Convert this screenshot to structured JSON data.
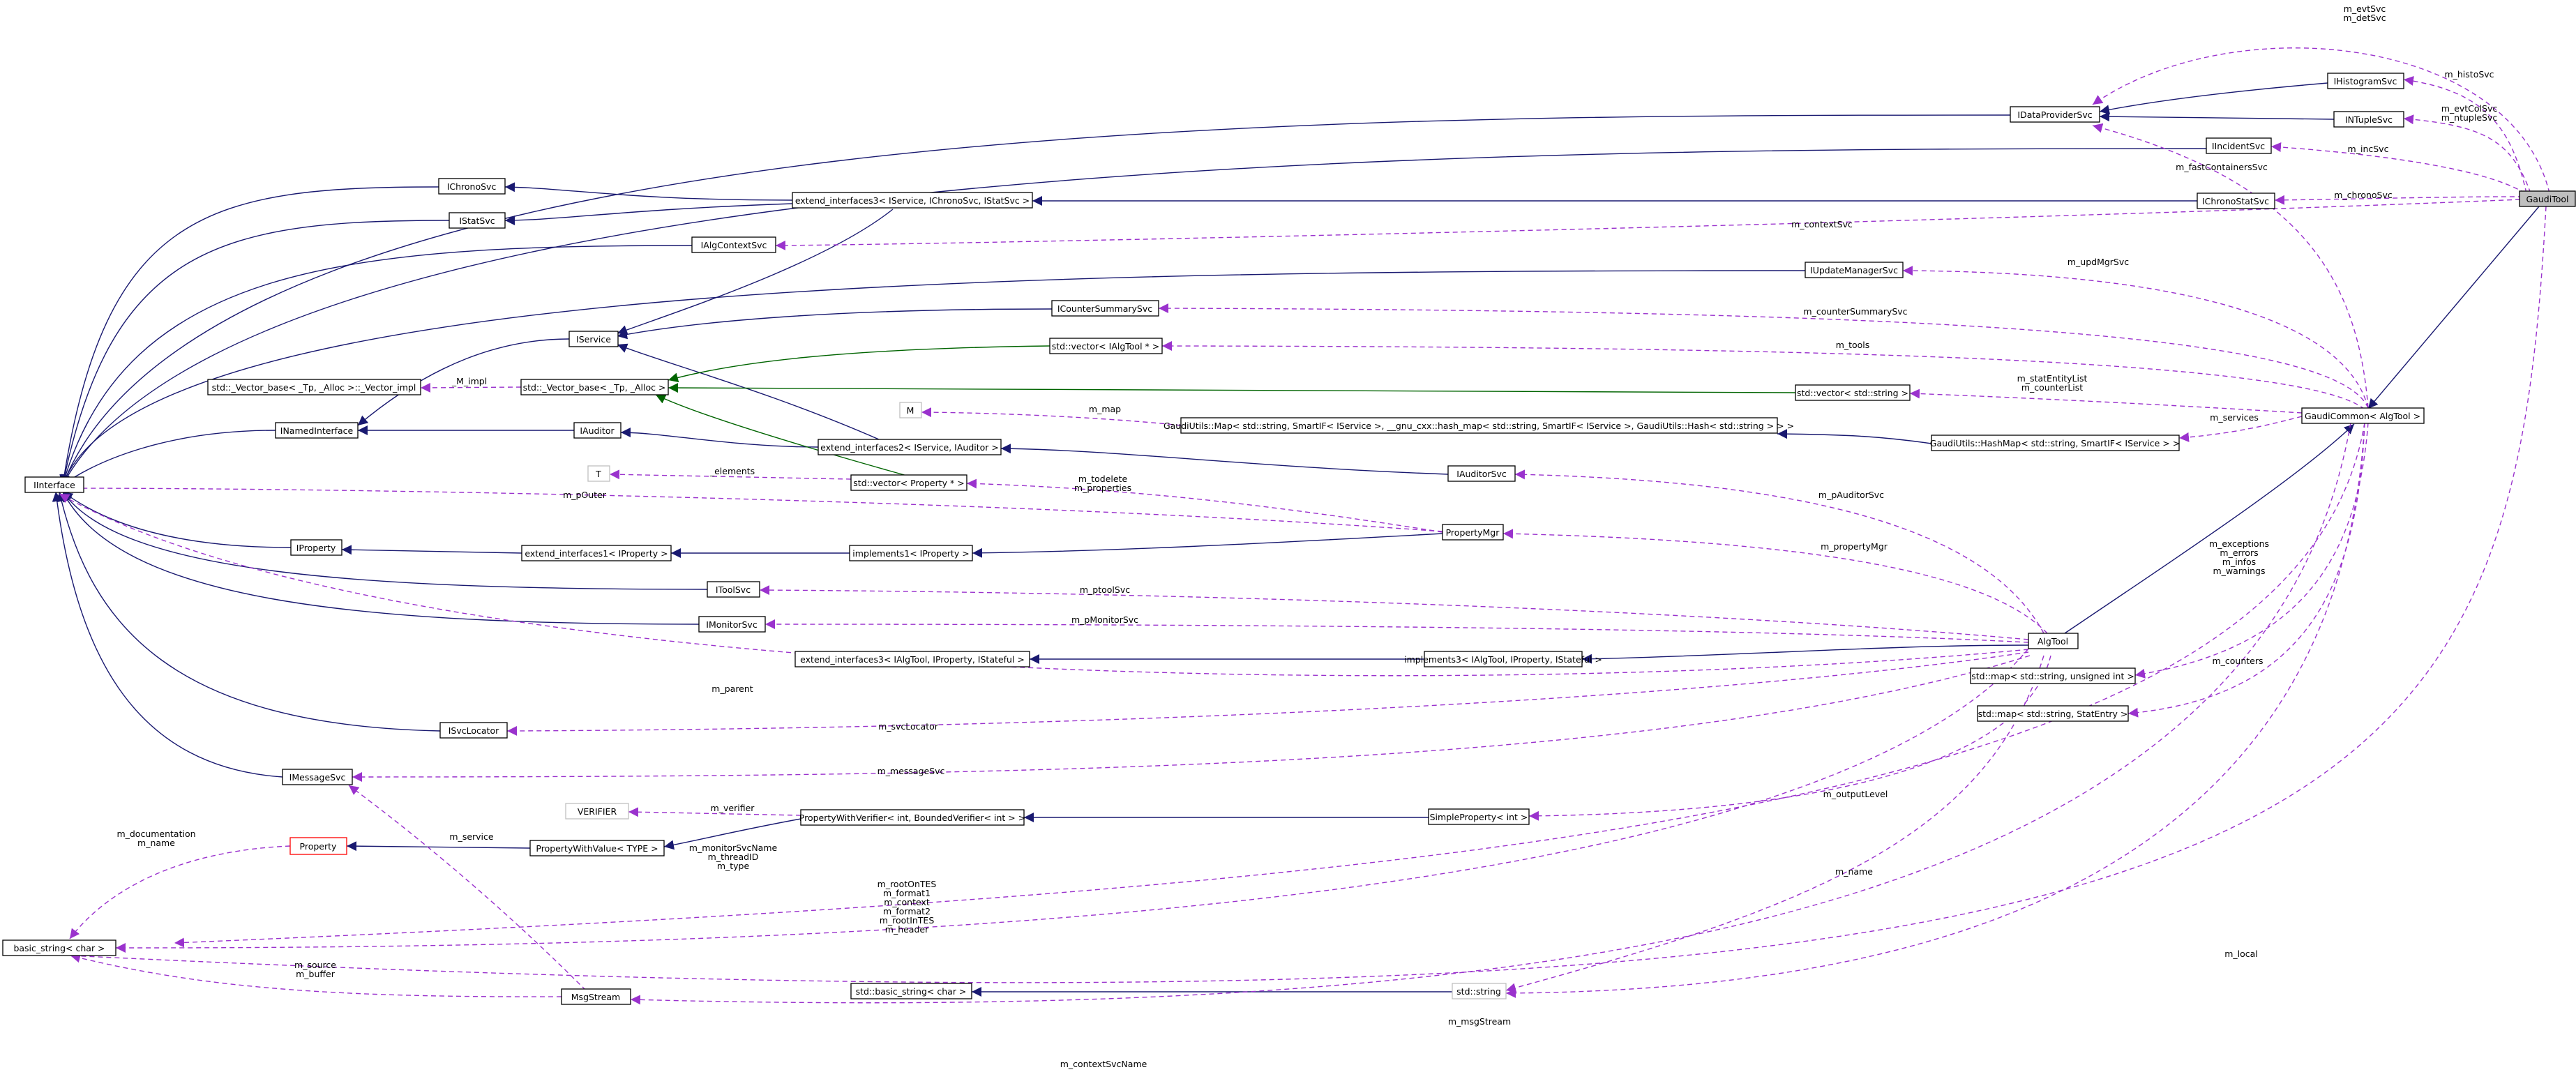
{
  "diagram": {
    "nodes": [
      {
        "id": "gauditool",
        "label": "GaudiTool"
      },
      {
        "id": "ihistosvc",
        "label": "IHistogramSvc"
      },
      {
        "id": "idps",
        "label": "IDataProviderSvc"
      },
      {
        "id": "intuple",
        "label": "INTupleSvc"
      },
      {
        "id": "iincident",
        "label": "IIncidentSvc"
      },
      {
        "id": "ichronostat",
        "label": "IChronoStatSvc"
      },
      {
        "id": "ichrono",
        "label": "IChronoSvc"
      },
      {
        "id": "ext3chrono",
        "label": "extend_interfaces3< IService, IChronoSvc, IStatSvc >"
      },
      {
        "id": "istat",
        "label": "IStatSvc"
      },
      {
        "id": "ialgctx",
        "label": "IAlgContextSvc"
      },
      {
        "id": "iupdmgr",
        "label": "IUpdateManagerSvc"
      },
      {
        "id": "icounter",
        "label": "ICounterSummarySvc"
      },
      {
        "id": "iservice",
        "label": "IService"
      },
      {
        "id": "vecalgtool",
        "label": "std::vector< IAlgTool * >"
      },
      {
        "id": "vecbaseimpl",
        "label": "std::_Vector_base< _Tp, _Alloc >::_Vector_impl"
      },
      {
        "id": "vecbase",
        "label": "std::_Vector_base< _Tp, _Alloc >"
      },
      {
        "id": "vecstring",
        "label": "std::vector< std::string >"
      },
      {
        "id": "M",
        "label": "M"
      },
      {
        "id": "gaudimap",
        "label": "GaudiUtils::Map< std::string, SmartIF< IService >, __gnu_cxx::hash_map< std::string, SmartIF< IService >, GaudiUtils::Hash< std::string > > >"
      },
      {
        "id": "gaudicommon",
        "label": "GaudiCommon< AlgTool >"
      },
      {
        "id": "inamed",
        "label": "INamedInterface"
      },
      {
        "id": "iauditor",
        "label": "IAuditor"
      },
      {
        "id": "ext2aud",
        "label": "extend_interfaces2< IService, IAuditor >"
      },
      {
        "id": "hashmap",
        "label": "GaudiUtils::HashMap< std::string, SmartIF< IService > >"
      },
      {
        "id": "iinterface",
        "label": "IInterface"
      },
      {
        "id": "T",
        "label": "T"
      },
      {
        "id": "vecprop",
        "label": "std::vector< Property * >"
      },
      {
        "id": "iauditorsvc",
        "label": "IAuditorSvc"
      },
      {
        "id": "propmgr",
        "label": "PropertyMgr"
      },
      {
        "id": "iproperty",
        "label": "IProperty"
      },
      {
        "id": "ext1prop",
        "label": "extend_interfaces1< IProperty >"
      },
      {
        "id": "impl1prop",
        "label": "implements1< IProperty >"
      },
      {
        "id": "itoolsvc",
        "label": "IToolSvc"
      },
      {
        "id": "imonitor",
        "label": "IMonitorSvc"
      },
      {
        "id": "algtool",
        "label": "AlgTool"
      },
      {
        "id": "ext3algtool",
        "label": "extend_interfaces3< IAlgTool, IProperty, IStateful >"
      },
      {
        "id": "impl3",
        "label": "implements3< IAlgTool, IProperty, IStateful >"
      },
      {
        "id": "mapuint",
        "label": "std::map< std::string, unsigned int >"
      },
      {
        "id": "mapstat",
        "label": "std::map< std::string, StatEntry >"
      },
      {
        "id": "isvcloc",
        "label": "ISvcLocator"
      },
      {
        "id": "imsgsvc",
        "label": "IMessageSvc"
      },
      {
        "id": "verifier",
        "label": "VERIFIER"
      },
      {
        "id": "pwverifier",
        "label": "PropertyWithVerifier< int, BoundedVerifier< int > >"
      },
      {
        "id": "property",
        "label": "Property"
      },
      {
        "id": "pwvalue",
        "label": "PropertyWithValue< TYPE >"
      },
      {
        "id": "simpleprop",
        "label": "SimpleProperty< int >"
      },
      {
        "id": "basicstring",
        "label": "basic_string< char >"
      },
      {
        "id": "msgstream",
        "label": "MsgStream"
      },
      {
        "id": "stdbasicstring",
        "label": "std::basic_string< char >"
      },
      {
        "id": "stdstring",
        "label": "std::string"
      }
    ],
    "edge_labels": [
      {
        "id": "evtdet",
        "lines": [
          "m_evtSvc",
          "m_detSvc"
        ]
      },
      {
        "id": "histo",
        "lines": [
          "m_histoSvc"
        ]
      },
      {
        "id": "evtcol",
        "lines": [
          "m_evtColSvc",
          "m_ntupleSvc"
        ]
      },
      {
        "id": "inc",
        "lines": [
          "m_incSvc"
        ]
      },
      {
        "id": "fast",
        "lines": [
          "m_fastContainersSvc"
        ]
      },
      {
        "id": "chrono",
        "lines": [
          "m_chronoSvc"
        ]
      },
      {
        "id": "context",
        "lines": [
          "m_contextSvc"
        ]
      },
      {
        "id": "updmgr",
        "lines": [
          "m_updMgrSvc"
        ]
      },
      {
        "id": "countersum",
        "lines": [
          "m_counterSummarySvc"
        ]
      },
      {
        "id": "tools",
        "lines": [
          "m_tools"
        ]
      },
      {
        "id": "mimpl",
        "lines": [
          "_M_impl"
        ]
      },
      {
        "id": "stat",
        "lines": [
          "m_statEntityList",
          "m_counterList"
        ]
      },
      {
        "id": "map",
        "lines": [
          "m_map"
        ]
      },
      {
        "id": "services",
        "lines": [
          "m_services"
        ]
      },
      {
        "id": "elements",
        "lines": [
          "_elements"
        ]
      },
      {
        "id": "todelete",
        "lines": [
          "m_todelete",
          "m_properties"
        ]
      },
      {
        "id": "pouter",
        "lines": [
          "m_pOuter"
        ]
      },
      {
        "id": "paud",
        "lines": [
          "m_pAuditorSvc"
        ]
      },
      {
        "id": "propmgr",
        "lines": [
          "m_propertyMgr"
        ]
      },
      {
        "id": "exceptions",
        "lines": [
          "m_exceptions",
          "m_errors",
          "m_infos",
          "m_warnings"
        ]
      },
      {
        "id": "ptool",
        "lines": [
          "m_ptoolSvc"
        ]
      },
      {
        "id": "pmon",
        "lines": [
          "m_pMonitorSvc"
        ]
      },
      {
        "id": "counters",
        "lines": [
          "m_counters"
        ]
      },
      {
        "id": "parent",
        "lines": [
          "m_parent"
        ]
      },
      {
        "id": "svcloc",
        "lines": [
          "m_svcLocator"
        ]
      },
      {
        "id": "msgsvc",
        "lines": [
          "m_messageSvc"
        ]
      },
      {
        "id": "verif",
        "lines": [
          "m_verifier"
        ]
      },
      {
        "id": "outlevel",
        "lines": [
          "m_outputLevel"
        ]
      },
      {
        "id": "doc",
        "lines": [
          "m_documentation",
          "m_name"
        ]
      },
      {
        "id": "service",
        "lines": [
          "m_service"
        ]
      },
      {
        "id": "monitor",
        "lines": [
          "m_monitorSvcName",
          "m_threadID",
          "m_type"
        ]
      },
      {
        "id": "rootontes",
        "lines": [
          "m_rootOnTES",
          "m_format1",
          "m_context",
          "m_format2",
          "m_rootInTES",
          "m_header"
        ]
      },
      {
        "id": "name",
        "lines": [
          "m_name"
        ]
      },
      {
        "id": "source",
        "lines": [
          "m_source",
          "m_buffer"
        ]
      },
      {
        "id": "local",
        "lines": [
          "m_local"
        ]
      },
      {
        "id": "msgstream",
        "lines": [
          "m_msgStream"
        ]
      },
      {
        "id": "ctxname",
        "lines": [
          "m_contextSvcName"
        ]
      }
    ],
    "colors": {
      "inheritance": "#191970",
      "template_instance": "#006400",
      "usage": "#9a32cd",
      "selected_node_fill": "#bfbfbf",
      "undocumented_border": "#bfbfbf",
      "truncated_border": "#ff0000"
    }
  }
}
